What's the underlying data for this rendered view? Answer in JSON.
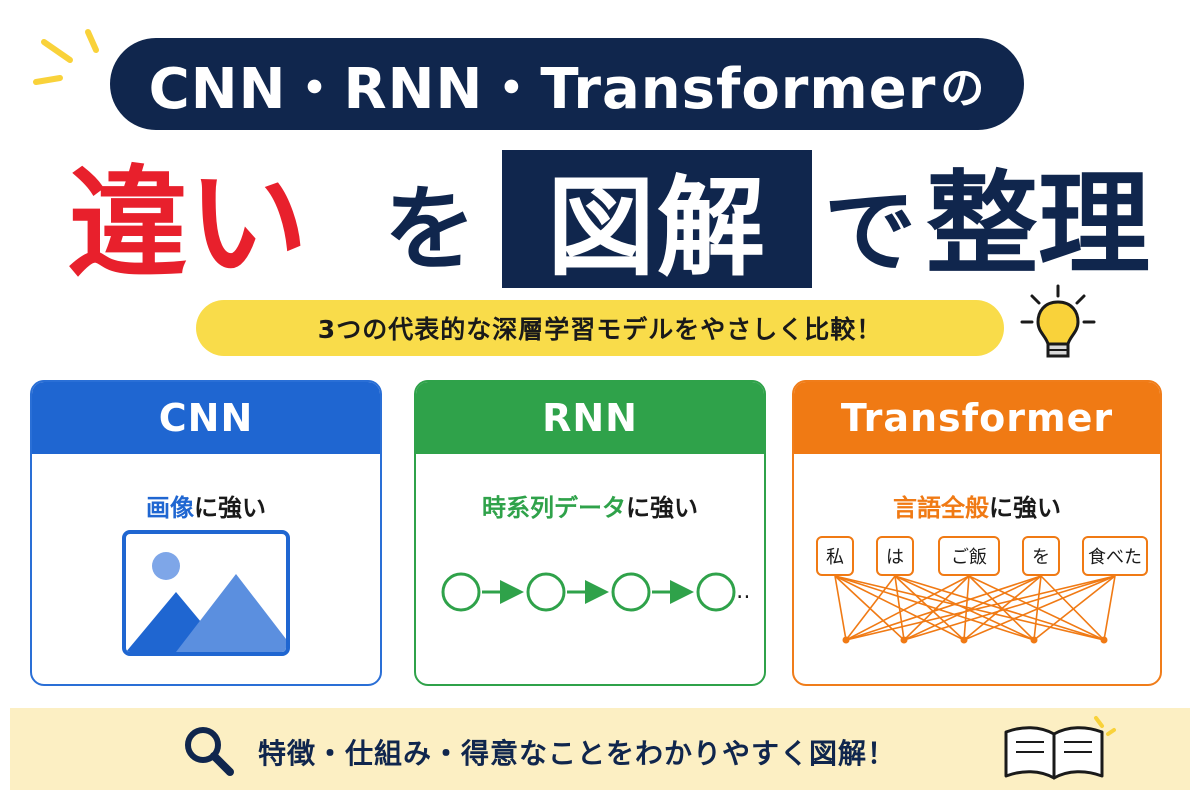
{
  "header": {
    "title": "CNN・RNN・Transformer",
    "title_tail": "の",
    "heading_red": "違い",
    "heading_wo": "を",
    "heading_box": "図解",
    "heading_de": "で",
    "heading_end": "整理",
    "subtitle": "3つの代表的な深層学習モデルをやさしく比較！"
  },
  "cards": [
    {
      "name": "CNN",
      "highlight": "画像",
      "suffix": "に強い",
      "icon": "image-icon"
    },
    {
      "name": "RNN",
      "highlight": "時系列データ",
      "suffix": "に強い",
      "icon": "sequence-chain-icon"
    },
    {
      "name": "Transformer",
      "highlight": "言語全般",
      "suffix": "に強い",
      "icon": "attention-network-icon",
      "tokens": [
        "私",
        "は",
        "ご飯",
        "を",
        "食べた"
      ]
    }
  ],
  "rnn_ellipsis": "…",
  "footer": {
    "text": "特徴・仕組み・得意なことをわかりやすく図解！"
  },
  "colors": {
    "navy": "#10264d",
    "red": "#e8202c",
    "yellow": "#f9dc4a",
    "cnn": "#1f66d1",
    "rnn": "#2fa24a",
    "transformer": "#f07a14",
    "footer_bg": "#fcefc3"
  },
  "decorations": [
    "sparkle-icon",
    "lightbulb-icon",
    "magnifier-icon",
    "open-book-icon"
  ]
}
